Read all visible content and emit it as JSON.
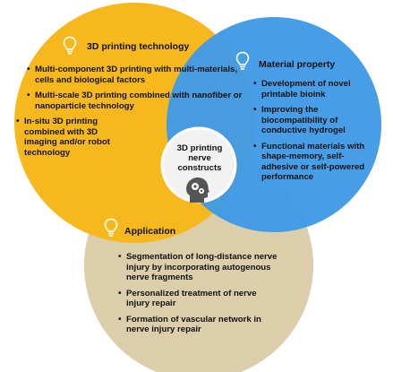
{
  "colors": {
    "printing_circle": "#F6B81C",
    "material_circle": "#3F9AE6",
    "application_circle": "#DCCEAB",
    "center_circle": "#F2F2F2",
    "bulb_stroke": "#FFFFFF",
    "head_icon": "#555555"
  },
  "center": {
    "label": "3D printing nerve constructs",
    "icon": "head-gears-icon"
  },
  "printing": {
    "title": "3D printing technology",
    "icon": "lightbulb-icon",
    "bullets": [
      "Multi-component 3D printing with multi-materials, cells and biological factors",
      "Multi-scale 3D printing combined with nanofiber or nanoparticle technology",
      "In-situ 3D printing combined with 3D imaging and/or robot technology"
    ]
  },
  "material": {
    "title": "Material property",
    "icon": "lightbulb-icon",
    "bullets": [
      "Development of novel printable bioink",
      "Improving the biocompatibility of conductive hydrogel",
      "Functional materials with shape-memory, self-adhesive or self-powered performance"
    ]
  },
  "application": {
    "title": "Application",
    "icon": "lightbulb-icon",
    "bullets": [
      "Segmentation of long-distance nerve injury by incorporating autogenous nerve fragments",
      "Personalized treatment of nerve injury repair",
      "Formation of vascular network in nerve injury repair"
    ]
  }
}
